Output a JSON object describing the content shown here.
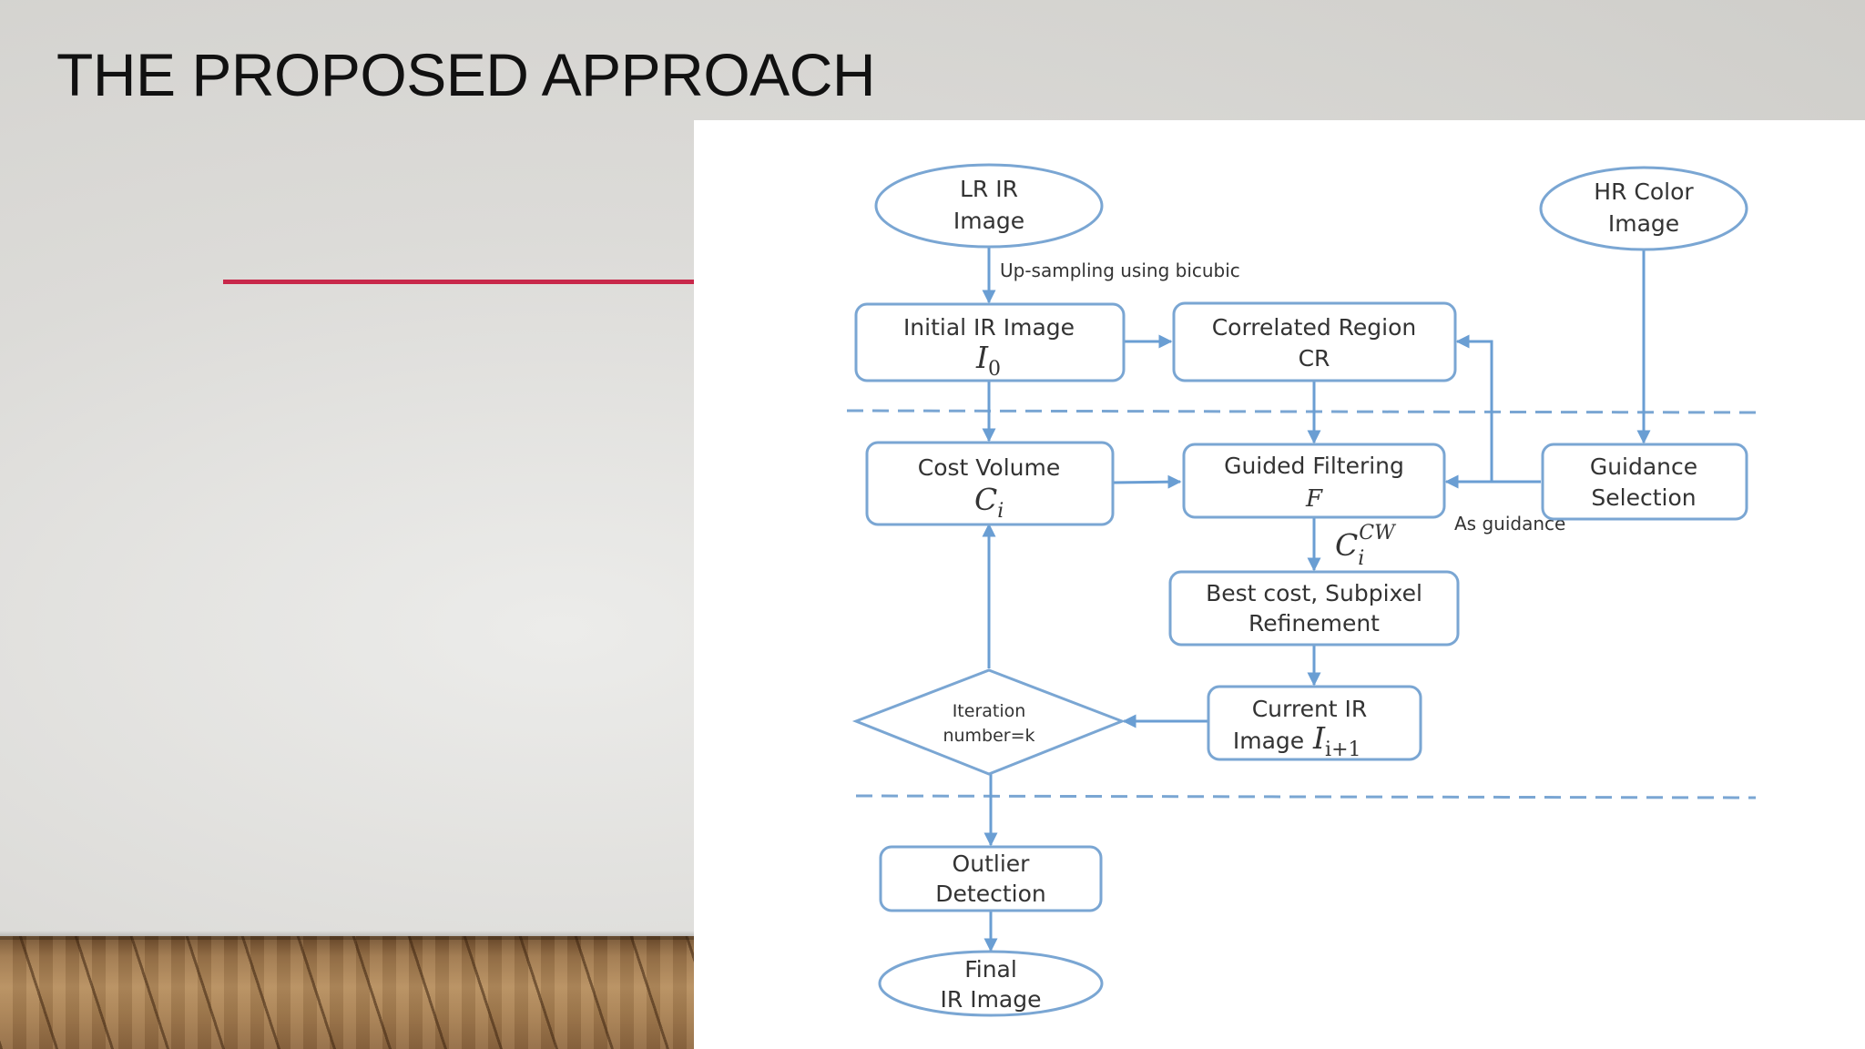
{
  "slide": {
    "title": "THE PROPOSED APPROACH"
  },
  "diagram": {
    "nodes": {
      "lr_ir": {
        "line1": "LR IR",
        "line2": "Image"
      },
      "hr_color": {
        "line1": "HR Color",
        "line2": "Image"
      },
      "initial_ir": {
        "label": "Initial IR Image",
        "symbol": "I",
        "subscript": "0"
      },
      "correlated_region": {
        "line1": "Correlated Region",
        "line2": "CR"
      },
      "cost_volume": {
        "label": "Cost Volume",
        "symbol": "C",
        "subscript": "i"
      },
      "guided_filtering": {
        "label": "Guided Filtering",
        "symbol": "F"
      },
      "guidance_selection": {
        "line1": "Guidance",
        "line2": "Selection"
      },
      "best_cost": {
        "line1": "Best cost, Subpixel",
        "line2": "Refinement"
      },
      "current_ir": {
        "line1": "Current IR",
        "line2_prefix": "Image",
        "symbol": "I",
        "subscript": "i+1"
      },
      "iteration": {
        "line1": "Iteration",
        "line2": "number=k"
      },
      "outlier": {
        "line1": "Outlier",
        "line2": "Detection"
      },
      "final_ir": {
        "line1": "Final",
        "line2": "IR Image"
      }
    },
    "edge_labels": {
      "upsampling": "Up-sampling using bicubic",
      "as_guidance": "As guidance",
      "cost_cw": {
        "symbol": "C",
        "subscript": "i",
        "superscript": "CW"
      }
    },
    "colors": {
      "stroke": "#7aa6d3",
      "arrow": "#6a9ed3",
      "accent_line": "#c8284a"
    }
  }
}
